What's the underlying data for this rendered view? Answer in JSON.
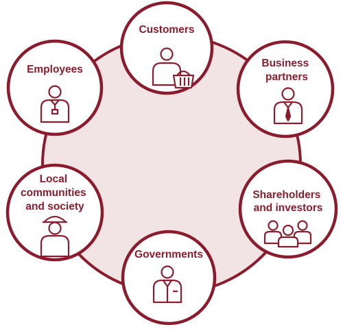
{
  "colors": {
    "accent": "#8a1c2e",
    "hub_fill": "#f2e4e5",
    "node_fill": "#ffffff"
  },
  "nodes": {
    "customers": {
      "label": [
        "Customers"
      ],
      "icon": "customer-with-basket-icon"
    },
    "business_partners": {
      "label": [
        "Business",
        "partners"
      ],
      "icon": "businessman-with-tie-icon"
    },
    "shareholders": {
      "label": [
        "Shareholders",
        "and investors"
      ],
      "icon": "group-of-people-icon"
    },
    "governments": {
      "label": [
        "Governments"
      ],
      "icon": "government-official-icon"
    },
    "local_communities": {
      "label": [
        "Local",
        "communities",
        "and society"
      ],
      "icon": "person-with-hat-icon"
    },
    "employees": {
      "label": [
        "Employees"
      ],
      "icon": "employee-with-badge-icon"
    }
  }
}
